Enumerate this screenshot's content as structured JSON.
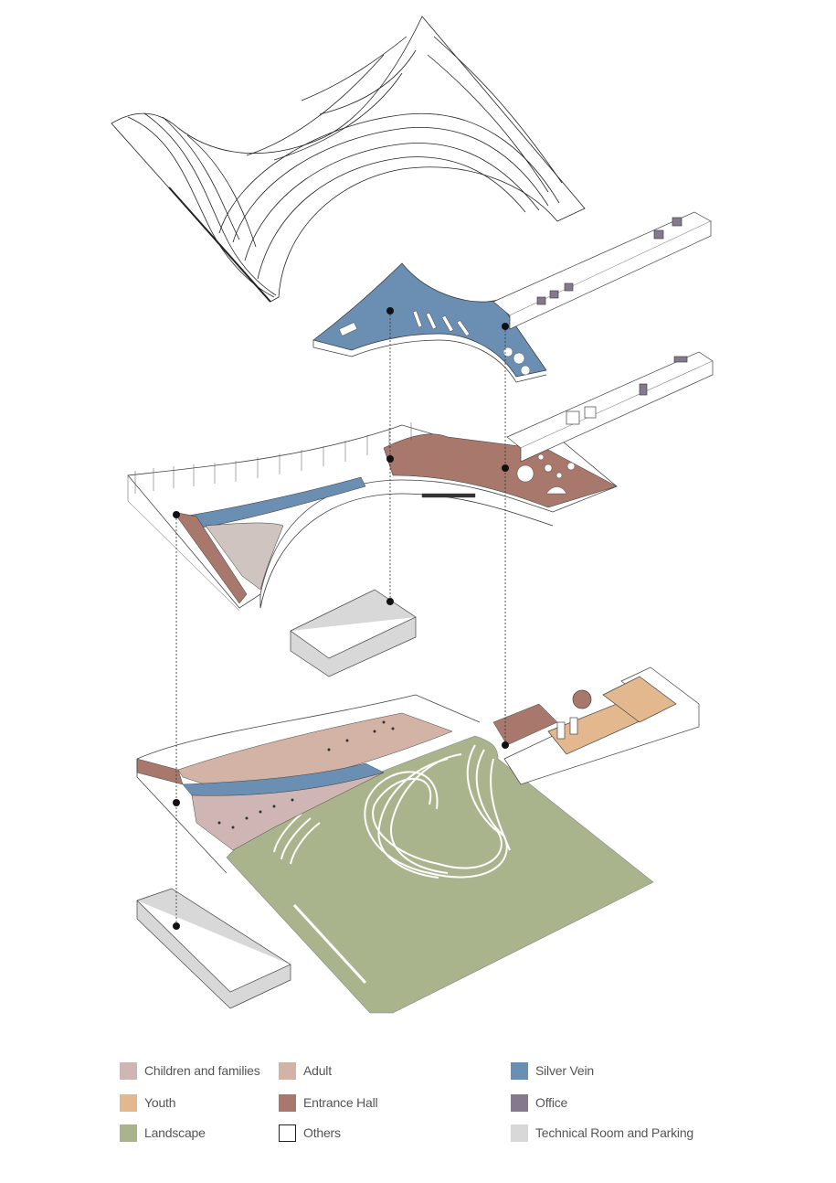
{
  "legend": {
    "items": [
      {
        "key": "children",
        "label": "Children and families",
        "color": "#cfb6b4"
      },
      {
        "key": "adult",
        "label": "Adult",
        "color": "#d3b3a6"
      },
      {
        "key": "silver",
        "label": "Silver Vein",
        "color": "#6b8fb2"
      },
      {
        "key": "youth",
        "label": "Youth",
        "color": "#e3b88e"
      },
      {
        "key": "entrance",
        "label": "Entrance Hall",
        "color": "#a8786c"
      },
      {
        "key": "office",
        "label": "Office",
        "color": "#85798d"
      },
      {
        "key": "landscape",
        "label": "Landscape",
        "color": "#a9b48c"
      },
      {
        "key": "others",
        "label": "Others",
        "color": "#ffffff"
      },
      {
        "key": "technical",
        "label": "Technical Room and Parking",
        "color": "#d8d8d8"
      }
    ]
  }
}
